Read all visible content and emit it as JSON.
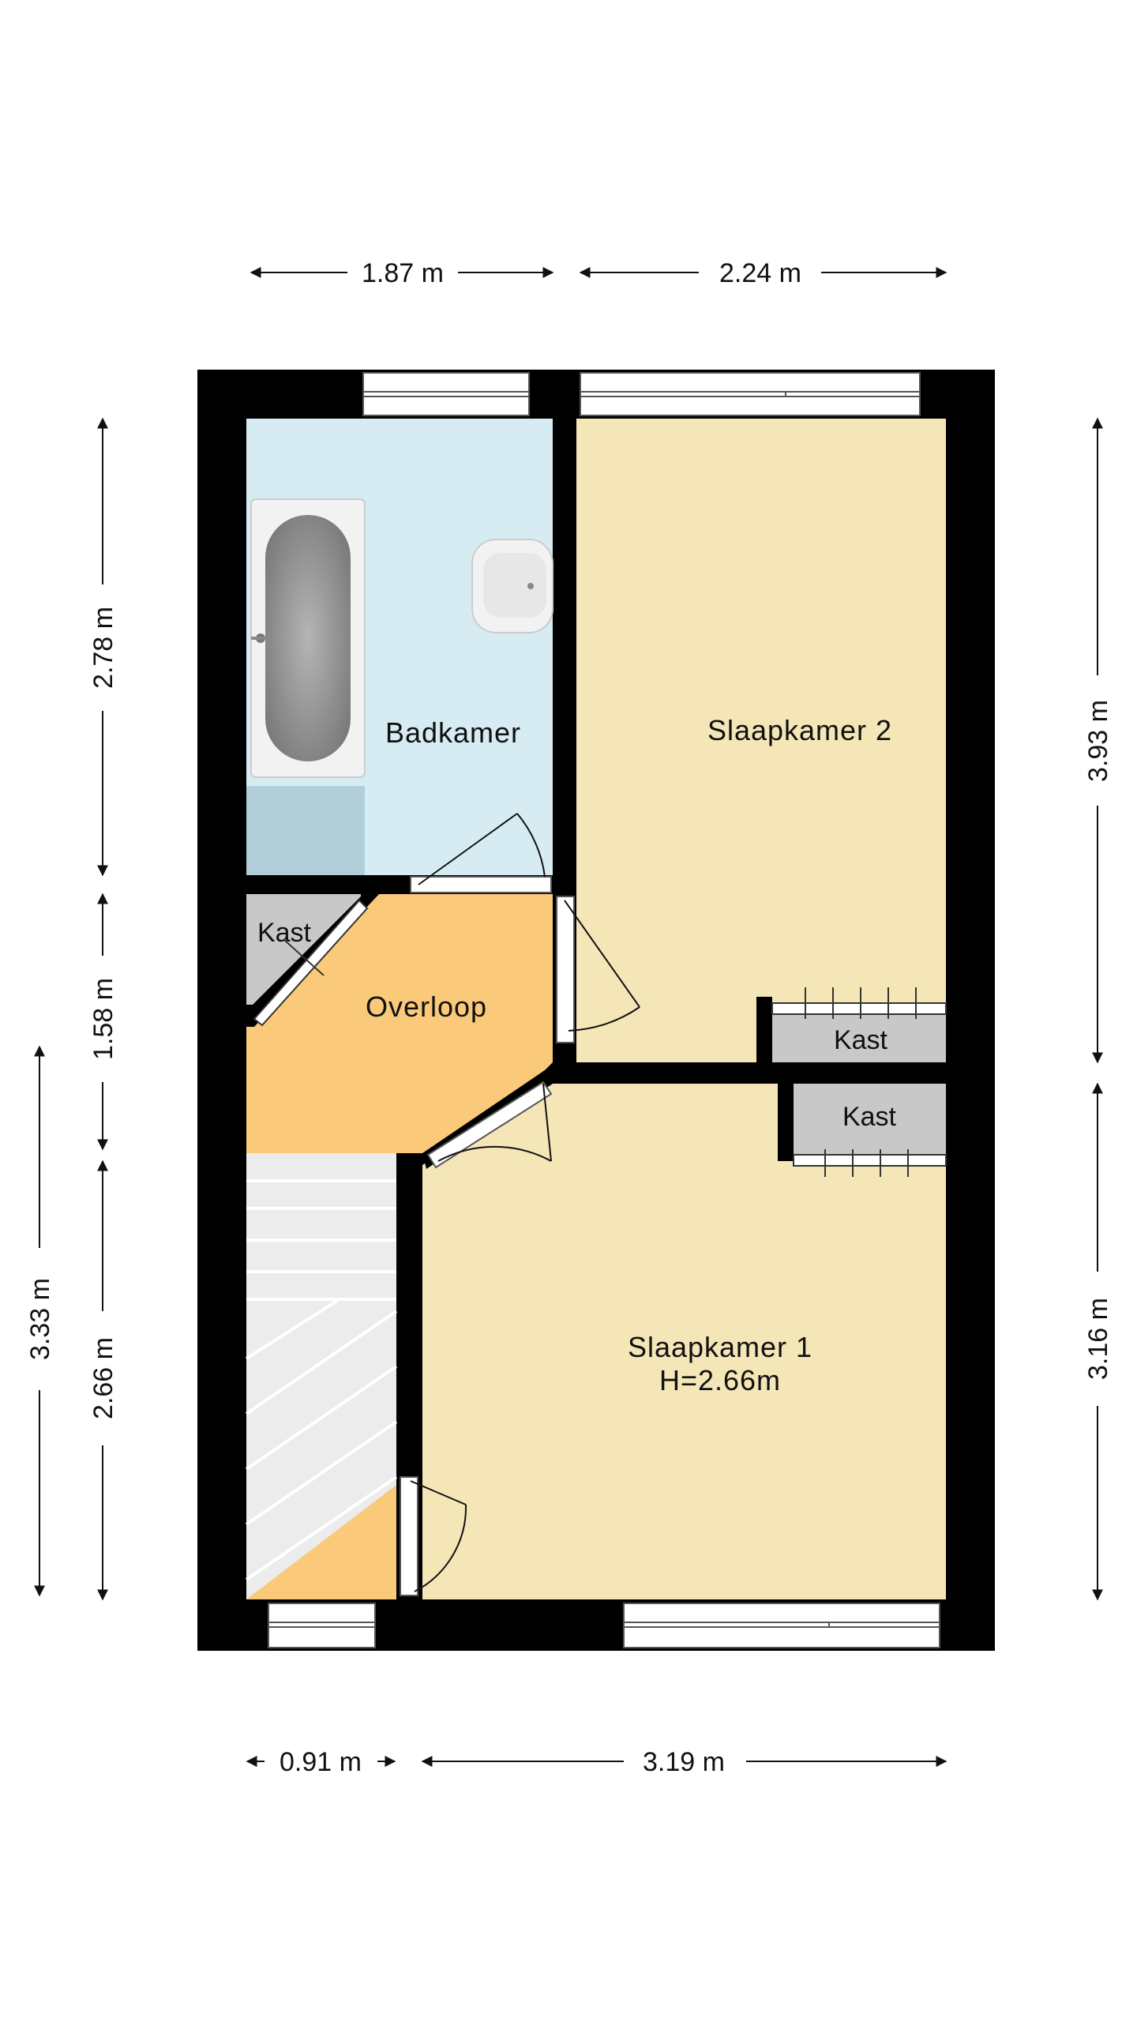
{
  "rooms": {
    "badkamer": "Badkamer",
    "slaapkamer2": "Slaapkamer 2",
    "overloop": "Overloop",
    "slaapkamer1": "Slaapkamer 1",
    "slaapkamer1_height": "H=2.66m",
    "kast": "Kast"
  },
  "dimensions": {
    "top": [
      "1.87 m",
      "2.24 m"
    ],
    "bottom": [
      "0.91 m",
      "3.19 m"
    ],
    "left_outer": [
      "3.33 m"
    ],
    "left_inner": [
      "2.78 m",
      "1.58 m",
      "2.66 m"
    ],
    "right": [
      "3.93 m",
      "3.16 m"
    ]
  },
  "colors": {
    "wall": "#000000",
    "bathroom": "#d6ecf2",
    "bedroom": "#f5e6b8",
    "landing": "#fac97a",
    "closet": "#c8c8c8",
    "stairs": "#e8e8e8"
  },
  "icons": [
    "bathtub-icon",
    "sink-icon",
    "stairs-icon",
    "door-swing-icon",
    "window-icon"
  ]
}
